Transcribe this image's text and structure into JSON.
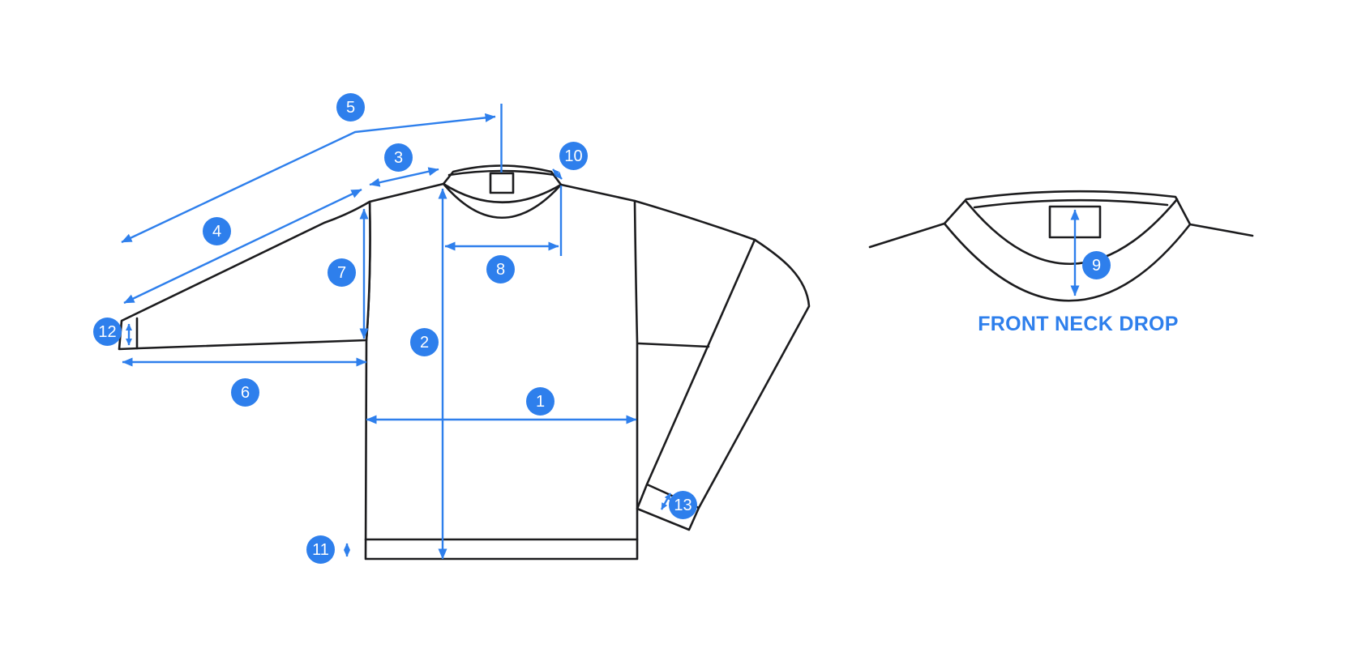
{
  "colors": {
    "accent_blue": "#2E7FEC",
    "outline_black": "#1C1C1E",
    "background": "#FFFFFF"
  },
  "diagram": {
    "caption": "FRONT NECK DROP",
    "badges": [
      "1",
      "2",
      "3",
      "4",
      "5",
      "6",
      "7",
      "8",
      "9",
      "10",
      "11",
      "12",
      "13"
    ]
  }
}
